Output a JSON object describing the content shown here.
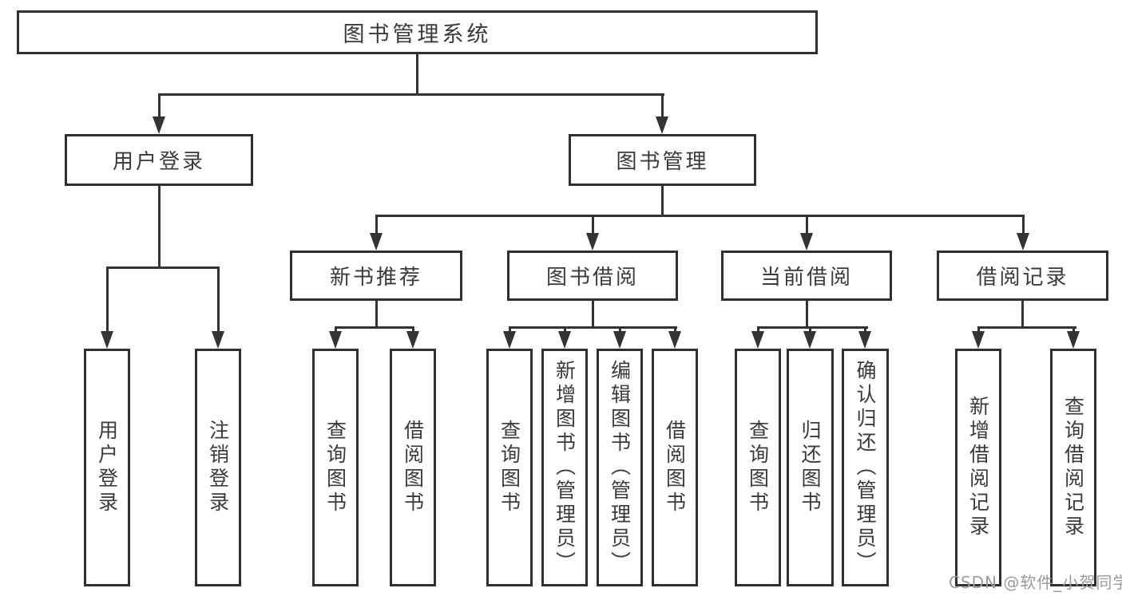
{
  "colors": {
    "background": "#ffffff",
    "box_border": "#2f2f2f",
    "connector_line": "#333333",
    "node_text": "#3a3a3a",
    "watermark_text": "#9b9b9b"
  },
  "diagram": {
    "root": {
      "label": "图书管理系统"
    },
    "level2": [
      {
        "label": "用户登录",
        "parent": "图书管理系统"
      },
      {
        "label": "图书管理",
        "parent": "图书管理系统"
      }
    ],
    "level3": [
      {
        "label": "新书推荐",
        "parent": "图书管理"
      },
      {
        "label": "图书借阅",
        "parent": "图书管理"
      },
      {
        "label": "当前借阅",
        "parent": "图书管理"
      },
      {
        "label": "借阅记录",
        "parent": "图书管理"
      }
    ],
    "leaves": [
      {
        "label": "用户登录",
        "parent": "用户登录"
      },
      {
        "label": "注销登录",
        "parent": "用户登录"
      },
      {
        "label": "查询图书",
        "parent": "新书推荐"
      },
      {
        "label": "借阅图书",
        "parent": "新书推荐"
      },
      {
        "label": "查询图书",
        "parent": "图书借阅"
      },
      {
        "label": "新增图书（管理员）",
        "parent": "图书借阅"
      },
      {
        "label": "编辑图书（管理员）",
        "parent": "图书借阅"
      },
      {
        "label": "借阅图书",
        "parent": "图书借阅"
      },
      {
        "label": "查询图书",
        "parent": "当前借阅"
      },
      {
        "label": "归还图书",
        "parent": "当前借阅"
      },
      {
        "label": "确认归还（管理员）",
        "parent": "当前借阅"
      },
      {
        "label": "新增借阅记录",
        "parent": "借阅记录"
      },
      {
        "label": "查询借阅记录",
        "parent": "借阅记录"
      }
    ]
  },
  "watermark": {
    "text": "CSDN @软件_小贺同学"
  }
}
